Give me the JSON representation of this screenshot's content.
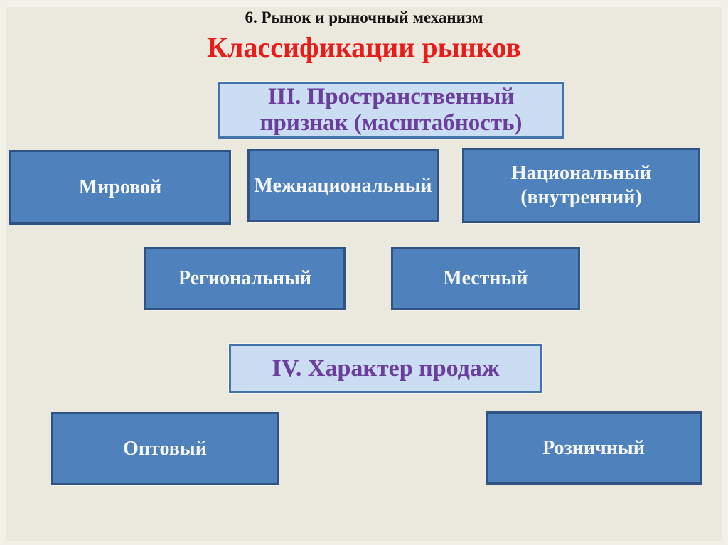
{
  "slide": {
    "kicker": "6. Рынок и рыночный механизм",
    "title": "Классификации рынков"
  },
  "section3": {
    "header": "III. Пространственный\nпризнак (масштабность)",
    "nodes": {
      "world": "Мировой",
      "international": "Межнациональный",
      "national": "Национальный\n(внутренний)",
      "regional": "Региональный",
      "local": "Местный"
    }
  },
  "section4": {
    "header": "IV. Характер продаж",
    "nodes": {
      "wholesale": "Оптовый",
      "retail": "Розничный"
    }
  },
  "colors": {
    "slide_background": "#ebe9dd",
    "outer_frame": "#f2f1e8",
    "node_fill": "#4f81bd",
    "node_border": "#2f5484",
    "node_text": "#f5f7fb",
    "header_fill": "#cbddf2",
    "header_border": "#4374a9",
    "header_text_purple": "#6b3e9e",
    "title_red": "#e91c1c",
    "kicker_black": "#151515"
  }
}
